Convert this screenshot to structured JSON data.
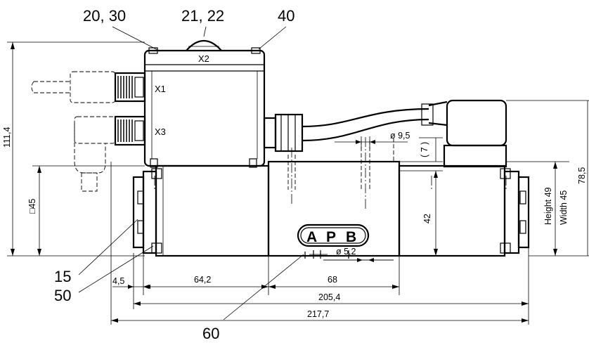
{
  "callouts": {
    "c_20_30": "20, 30",
    "c_21_22": "21, 22",
    "c_40": "40",
    "c_15": "15",
    "c_50": "50",
    "c_60": "60"
  },
  "labels": {
    "x1": "X1",
    "x2": "X2",
    "x3": "X3",
    "a": "A",
    "p": "P",
    "b": "B"
  },
  "dimensions": {
    "d_111_4": "111,4",
    "d_sq45": "□45",
    "d_4_5": "4,5",
    "d_64_2": "64,2",
    "d_68": "68",
    "d_205_4": "205,4",
    "d_217_7": "217,7",
    "d_dia9_5": "ø 9,5",
    "d_7": "( 7 )",
    "d_dia5_2": "ø 5,2",
    "d_42": "42",
    "d_height49": "Height 49",
    "d_width45": "Width 45",
    "d_78_5": "78,5"
  }
}
